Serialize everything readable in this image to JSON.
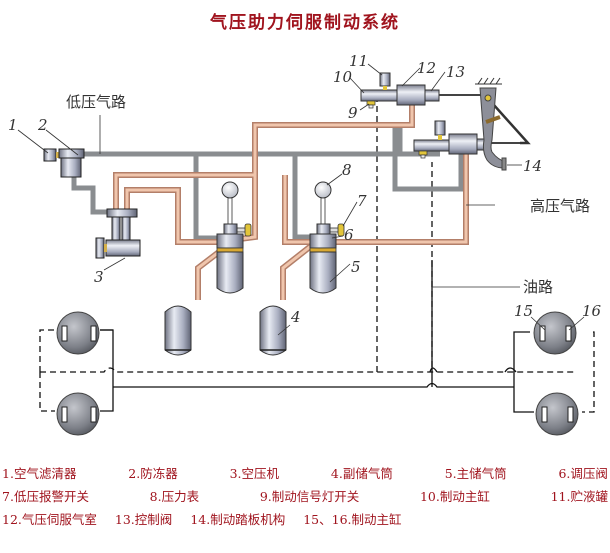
{
  "title": "气压助力伺服制动系统",
  "annotations": {
    "low_pressure_air": "低压气路",
    "high_pressure_air": "高压气路",
    "oil_line": "油路"
  },
  "part_numbers": [
    "1",
    "2",
    "3",
    "4",
    "5",
    "6",
    "7",
    "8",
    "9",
    "10",
    "11",
    "12",
    "13",
    "14",
    "15",
    "16"
  ],
  "legend": [
    [
      {
        "num": "1.",
        "name": "空气滤清器"
      },
      {
        "num": "2.",
        "name": "防冻器"
      },
      {
        "num": "3.",
        "name": "空压机"
      },
      {
        "num": "4.",
        "name": "副储气筒"
      },
      {
        "num": "5.",
        "name": "主储气筒"
      },
      {
        "num": "6.",
        "name": "调压阀"
      }
    ],
    [
      {
        "num": "7.",
        "name": "低压报警开关"
      },
      {
        "num": "8.",
        "name": "压力表"
      },
      {
        "num": "9.",
        "name": "制动信号灯开关"
      },
      {
        "num": "10.",
        "name": "制动主缸"
      },
      {
        "num": "11.",
        "name": "贮液罐"
      }
    ],
    [
      {
        "num": "12.",
        "name": "气压伺服气室"
      },
      {
        "num": "13.",
        "name": "控制阀"
      },
      {
        "num": "14.",
        "name": "制动踏板机构"
      },
      {
        "num": "15、16.",
        "name": "制动主缸"
      }
    ]
  ],
  "colors": {
    "title": "#a0141e",
    "legend": "#a0141e",
    "low_pressure_pipe": "#8a8d90",
    "high_pressure_pipe": "#e6b49a",
    "component_metal": "#b9bfd0"
  }
}
